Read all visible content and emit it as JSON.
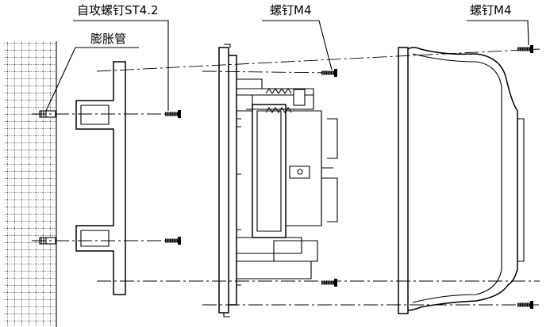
{
  "labels": {
    "self_tapping_screw": "自攻螺钉ST4.2",
    "expansion_tube": "膨胀管",
    "screw_m4_middle": "螺钉M4",
    "screw_m4_right": "螺钉M4"
  }
}
